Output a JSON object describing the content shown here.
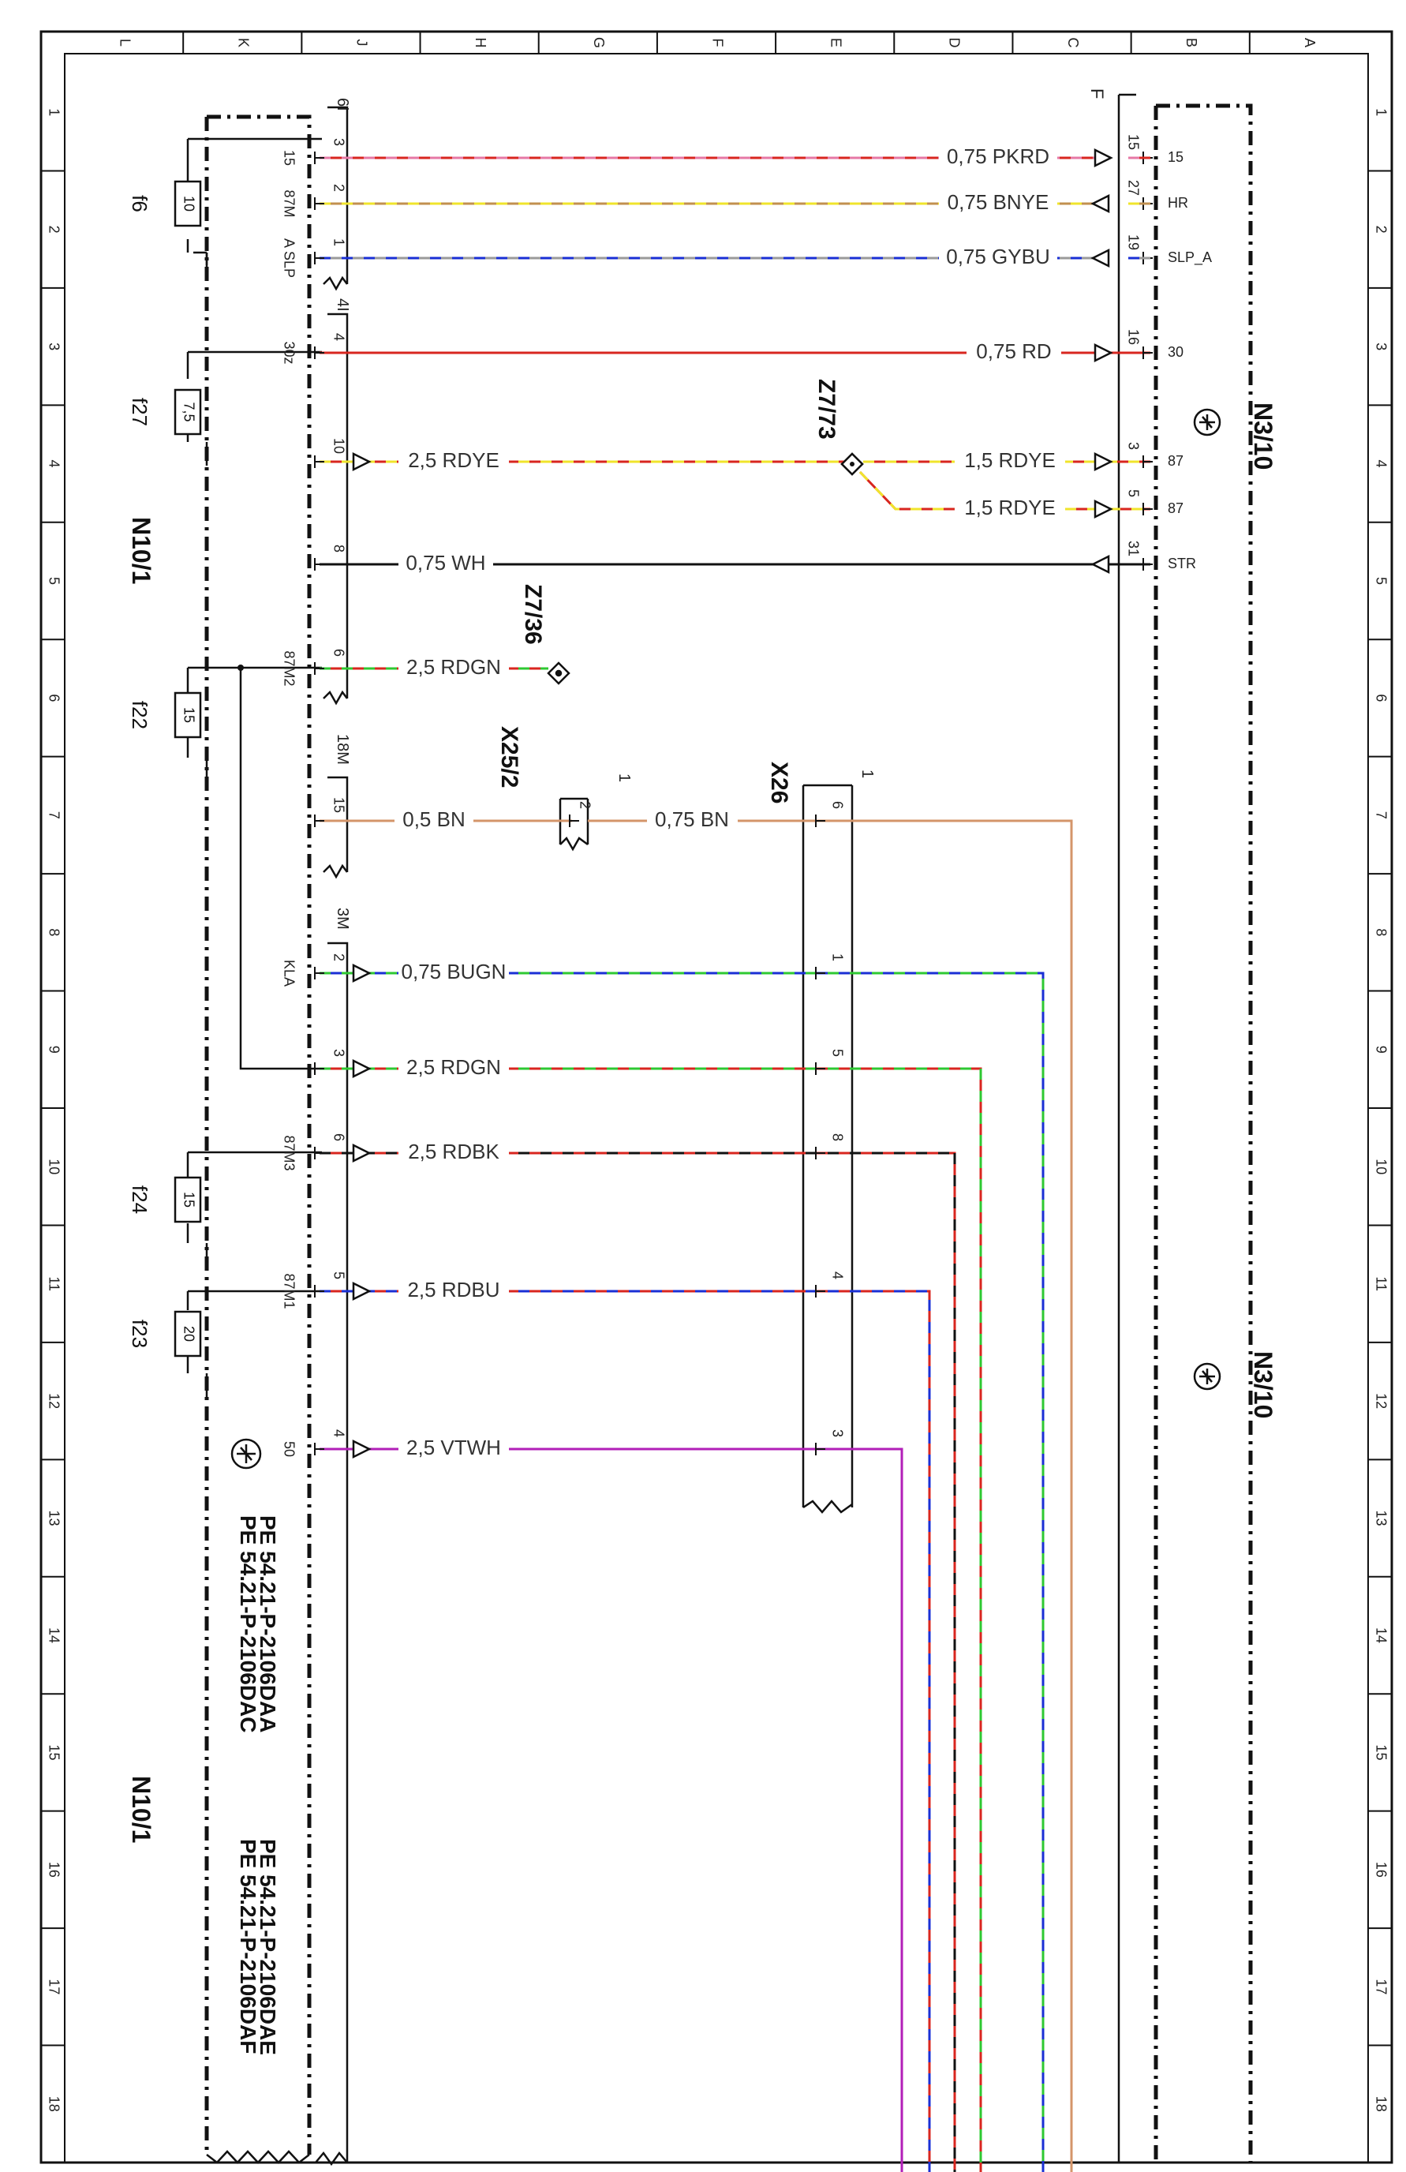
{
  "frame": {
    "columns": [
      "L",
      "K",
      "J",
      "H",
      "G",
      "F",
      "E",
      "D",
      "C",
      "B",
      "A"
    ],
    "rows": [
      "1",
      "2",
      "3",
      "4",
      "5",
      "6",
      "7",
      "8",
      "9",
      "10",
      "11",
      "12",
      "13",
      "14",
      "15",
      "16",
      "17",
      "18"
    ]
  },
  "components": {
    "N10_1_top": "N10/1",
    "N10_1_bottom": "N10/1",
    "N3_10_top": "N3/10",
    "N3_10_bottom": "N3/10",
    "Z7_73": "Z7/73",
    "Z7_36": "Z7/36",
    "X25_2": "X25/2",
    "X26": "X26"
  },
  "connectors": {
    "c6I": "6I",
    "c4I": "4I",
    "c18M": "18M",
    "c3M": "3M",
    "cF": "F",
    "x25_mark": "1",
    "x26_mark": "1"
  },
  "fuses": [
    {
      "name": "f6",
      "rating": "10"
    },
    {
      "name": "f27",
      "rating": "7,5"
    },
    {
      "name": "f22",
      "rating": "15"
    },
    {
      "name": "f24",
      "rating": "15"
    },
    {
      "name": "f23",
      "rating": "20"
    }
  ],
  "wires": [
    {
      "label": "0,75 PKRD",
      "pinJ": "3",
      "termJ": "15",
      "pinB": "15",
      "termB": "15",
      "colors": [
        "#d8261f",
        "#e678a6"
      ]
    },
    {
      "label": "0,75 BNYE",
      "pinJ": "2",
      "termJ": "87M",
      "pinB": "27",
      "termB": "HR",
      "colors": [
        "#c2904f",
        "#f0e42c"
      ]
    },
    {
      "label": "0,75 GYBU",
      "pinJ": "1",
      "termJ": "A SLP",
      "pinB": "19",
      "termB": "SLP_A",
      "colors": [
        "#9a9a9a",
        "#1a2fd4"
      ]
    },
    {
      "label": "0,75 RD",
      "pinJ": "4",
      "termJ": "30z",
      "pinB": "16",
      "termB": "30",
      "colors": [
        "#d8261f"
      ]
    },
    {
      "label": "2,5 RDYE",
      "pinJ": "10",
      "termJ": "",
      "colors": [
        "#d8261f",
        "#f0e42c"
      ]
    },
    {
      "label": "1,5 RDYE",
      "pinB": "3",
      "termB": "87",
      "colors": [
        "#d8261f",
        "#f0e42c"
      ]
    },
    {
      "label": "1,5 RDYE",
      "pinB": "5",
      "termB": "87",
      "colors": [
        "#d8261f",
        "#f0e42c"
      ]
    },
    {
      "label": "0,75 WH",
      "pinJ": "8",
      "termJ": "",
      "pinB": "31",
      "termB": "STR",
      "colors": [
        "#111"
      ]
    },
    {
      "label": "2,5 RDGN",
      "pinJ": "6",
      "termJ": "87M2",
      "colors": [
        "#d8261f",
        "#2ec832"
      ]
    },
    {
      "label": "0,5 BN",
      "pinJ": "15",
      "termJ": "",
      "colors": [
        "#d4956a"
      ]
    },
    {
      "label": "0,75 BN",
      "pinX25": "2",
      "pinX26": "6",
      "colors": [
        "#d4956a"
      ]
    },
    {
      "label": "0,75 BUGN",
      "pinJ": "2",
      "termJ": "KLA",
      "pinX26": "1",
      "colors": [
        "#1a2fd4",
        "#2ec832"
      ]
    },
    {
      "label": "2,5 RDGN",
      "pinJ": "3",
      "termJ": "",
      "pinX26": "5",
      "colors": [
        "#d8261f",
        "#2ec832"
      ]
    },
    {
      "label": "2,5 RDBK",
      "pinJ": "6",
      "termJ": "87M3",
      "pinX26": "8",
      "colors": [
        "#d8261f",
        "#111"
      ]
    },
    {
      "label": "2,5 RDBU",
      "pinJ": "5",
      "termJ": "87M1",
      "pinX26": "4",
      "colors": [
        "#d8261f",
        "#1a2fd4"
      ]
    },
    {
      "label": "2,5 VTWH",
      "pinJ": "4",
      "termJ": "50",
      "pinX26": "3",
      "colors": [
        "#b21fb8"
      ]
    }
  ],
  "references": [
    "PE 54.21-P-2106DAA",
    "PE 54.21-P-2106DAC",
    "PE 54.21-P-2106DAE",
    "PE 54.21-P-2106DAF"
  ]
}
